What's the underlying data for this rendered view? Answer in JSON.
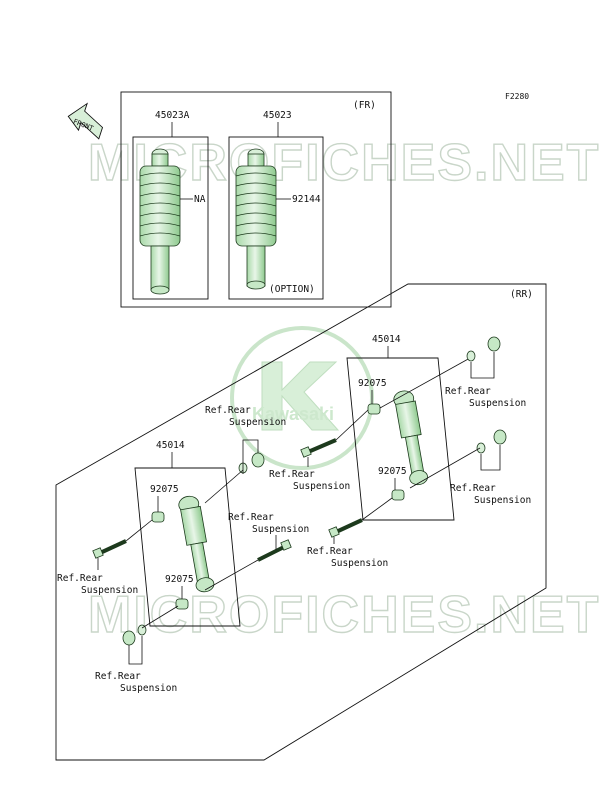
{
  "page_code": "F2280",
  "front_arrow_label": "FRONT",
  "front_section": {
    "tag": "(FR)",
    "left_part_number": "45023A",
    "right_part_number": "45023",
    "na_label": "NA",
    "spring_part_number": "92144",
    "option_label": "(OPTION)"
  },
  "rear_section": {
    "tag": "(RR)",
    "left_part_number": "45014",
    "right_part_number": "45014",
    "bushing_part_number": "92075",
    "ref_line1": "Ref.Rear",
    "ref_line2": "Suspension"
  },
  "watermark": {
    "text": "MICROFICHES.NET",
    "brand": "Kawasaki"
  },
  "colors": {
    "part_fill": "#c6e8c6",
    "part_stroke": "#1d3a1d",
    "outline": "#111111",
    "watermark": "#c9d6c9"
  }
}
